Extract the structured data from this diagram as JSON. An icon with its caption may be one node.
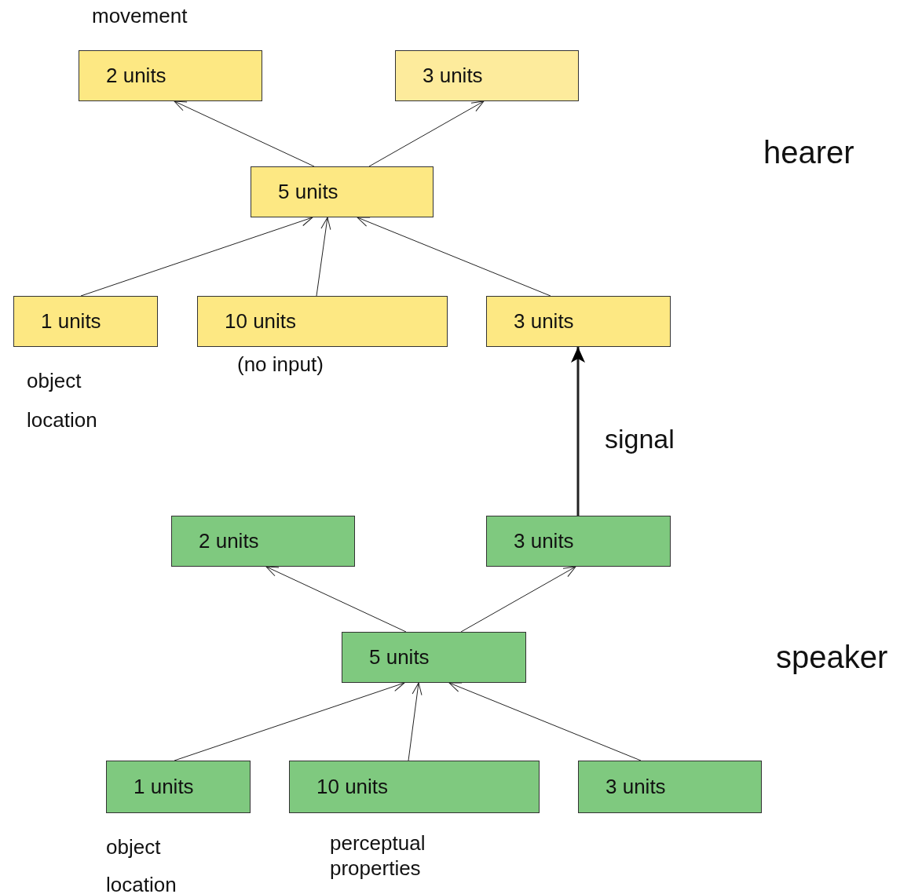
{
  "diagram": {
    "nodes": [
      {
        "text": [
          "2 units"
        ],
        "beside": [
          "movement"
        ]
      },
      {
        "text": [
          "3 units"
        ]
      },
      {
        "text": [
          "5 units"
        ]
      },
      {
        "text": [
          "1 units"
        ],
        "beside": [
          "object location"
        ]
      },
      {
        "text": [
          "10 units"
        ],
        "beside": [
          "(no input)"
        ]
      },
      {
        "text": [
          "3 units"
        ]
      },
      {
        "text": [
          "2 units"
        ]
      },
      {
        "text": [
          "3 units"
        ]
      },
      {
        "text": [
          "5 units"
        ]
      },
      {
        "text": [
          "1 units"
        ],
        "beside": [
          "object location"
        ]
      },
      {
        "text": [
          "10 units"
        ],
        "beside": [
          "perceptual properties"
        ]
      },
      {
        "text": [
          "3 units"
        ]
      }
    ],
    "edges": [
      {
        "from": 2,
        "to": 0,
        "arrow": "to"
      },
      {
        "from": 2,
        "to": 1,
        "arrow": "to"
      },
      {
        "from": 3,
        "to": 2,
        "arrow": "to"
      },
      {
        "from": 4,
        "to": 2,
        "arrow": "to"
      },
      {
        "from": 5,
        "to": 2,
        "arrow": "to"
      },
      {
        "from": 8,
        "to": 6,
        "arrow": "to"
      },
      {
        "from": 8,
        "to": 7,
        "arrow": "to"
      },
      {
        "from": 9,
        "to": 8,
        "arrow": "to"
      },
      {
        "from": 10,
        "to": 8,
        "arrow": "to"
      },
      {
        "from": 11,
        "to": 8,
        "arrow": "to"
      },
      {
        "from": 7,
        "to": 5,
        "arrow": "to",
        "label": "signal",
        "style": "thick"
      }
    ],
    "labels": [
      "hearer",
      "speaker"
    ]
  }
}
